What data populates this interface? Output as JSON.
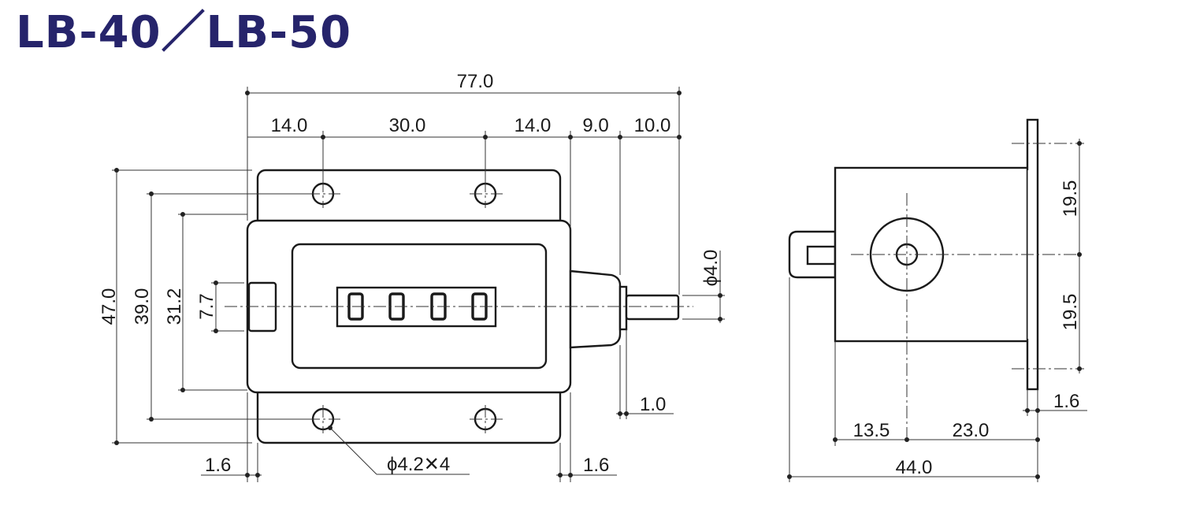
{
  "title": "LB-40／LB-50",
  "colors": {
    "title": "#26246b",
    "line": "#1a1a1a"
  },
  "front_view": {
    "overall_width": "77.0",
    "hole_offset_left": "14.0",
    "hole_pitch": "30.0",
    "hole_offset_right": "14.0",
    "boss_length": "9.0",
    "shaft_length": "10.0",
    "overall_height": "47.0",
    "hole_pitch_vertical": "39.0",
    "body_height": "31.2",
    "window_height": "7.7",
    "shaft_diameter": "ϕ4.0",
    "shaft_collar": "1.0",
    "plate_thickness_left": "1.6",
    "plate_thickness_right": "1.6",
    "mounting_holes": "ϕ4.2✕4",
    "counter_digits": [
      "0",
      "0",
      "0",
      "0"
    ]
  },
  "side_view": {
    "upper_height": "19.5",
    "lower_height": "19.5",
    "plate_thickness": "1.6",
    "shaft_offset": "13.5",
    "body_depth": "23.0",
    "overall_depth": "44.0"
  }
}
